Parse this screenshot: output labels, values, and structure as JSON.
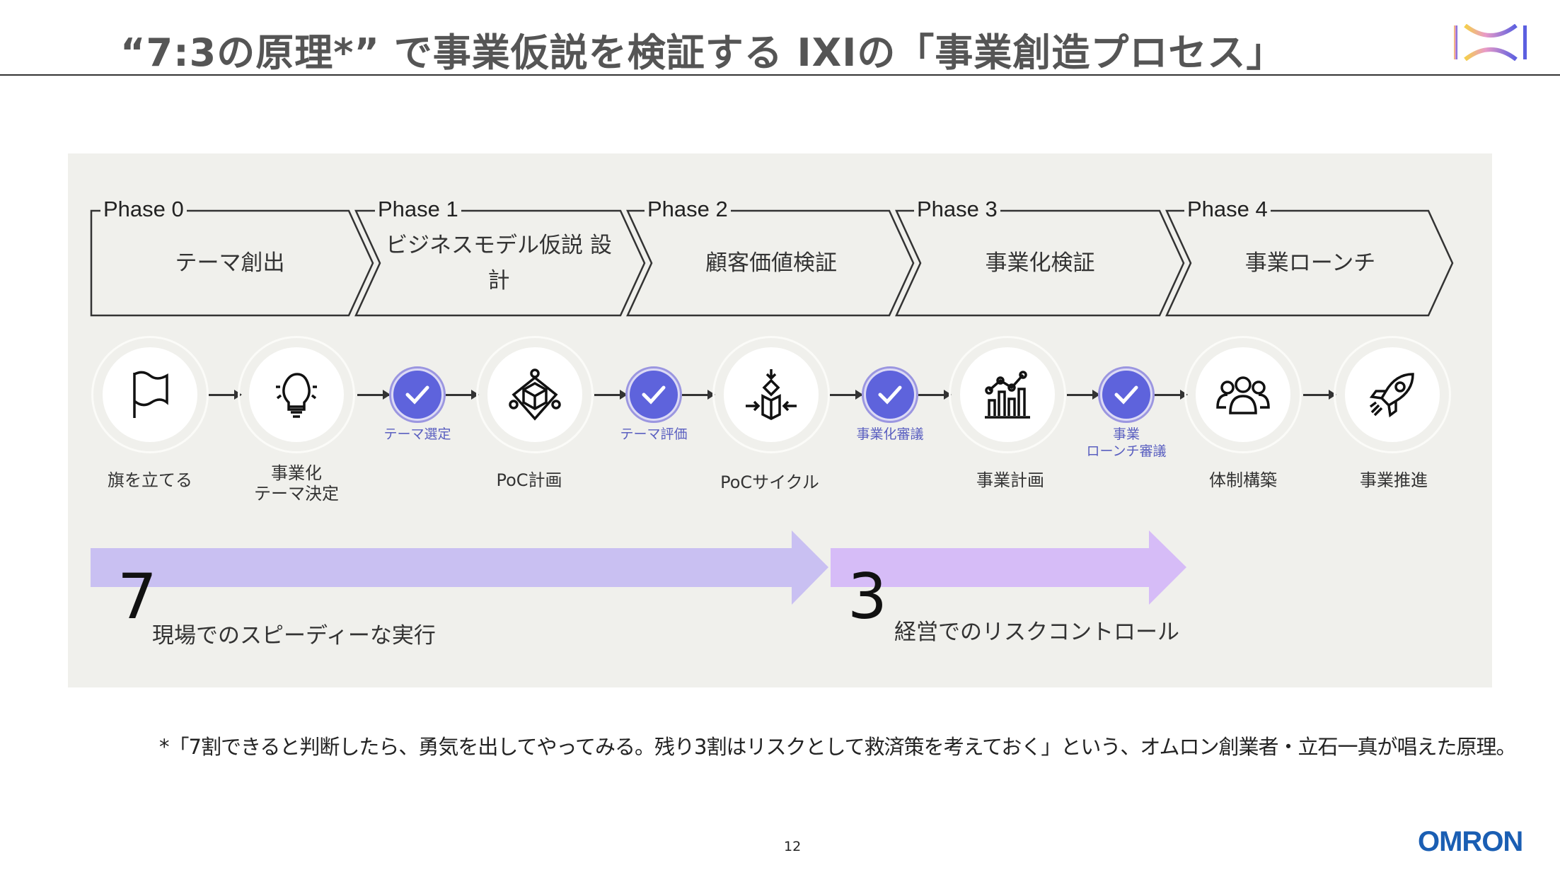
{
  "header": {
    "title": "“7:3の原理*” で事業仮説を検証する IXIの「事業創造プロセス」",
    "logo": "IXI"
  },
  "phases": [
    {
      "label": "Phase 0",
      "title": "テーマ創出"
    },
    {
      "label": "Phase 1",
      "title": "ビジネスモデル仮説 設計"
    },
    {
      "label": "Phase 2",
      "title": "顧客価値検証"
    },
    {
      "label": "Phase 3",
      "title": "事業化検証"
    },
    {
      "label": "Phase 4",
      "title": "事業ローンチ"
    }
  ],
  "steps": [
    {
      "icon": "flag-icon",
      "label": "旗を立てる"
    },
    {
      "icon": "lightbulb-icon",
      "label": "事業化\nテーマ決定"
    },
    {
      "icon": "cube-network-icon",
      "label": "PoC計画"
    },
    {
      "icon": "cycle-box-icon",
      "label": "PoCサイクル"
    },
    {
      "icon": "bar-chart-icon",
      "label": "事業計画"
    },
    {
      "icon": "team-icon",
      "label": "体制構築"
    },
    {
      "icon": "rocket-icon",
      "label": "事業推進"
    }
  ],
  "checkpoints": [
    {
      "icon": "check-icon",
      "label": "テーマ選定"
    },
    {
      "icon": "check-icon",
      "label": "テーマ評価"
    },
    {
      "icon": "check-icon",
      "label": "事業化審議"
    },
    {
      "icon": "check-icon",
      "label": "事業\nローンチ審議"
    }
  ],
  "ratio": {
    "seven": {
      "number": "7",
      "text": "現場でのスピーディーな実行",
      "color": "#c9c0f2"
    },
    "three": {
      "number": "3",
      "text": "経営でのリスクコントロール",
      "color": "#d6bcf7"
    }
  },
  "footnote": "*「7割できると判断したら、勇気を出してやってみる。残り3割はリスクとして救済策を考えておく」という、オムロン創業者・立石一真が唱えた原理。",
  "footer": {
    "page": "12",
    "brand": "OMRON",
    "brand_color": "#1a5eb3"
  },
  "colors": {
    "check": "#5e63dc",
    "panel": "#f0f0ec"
  }
}
